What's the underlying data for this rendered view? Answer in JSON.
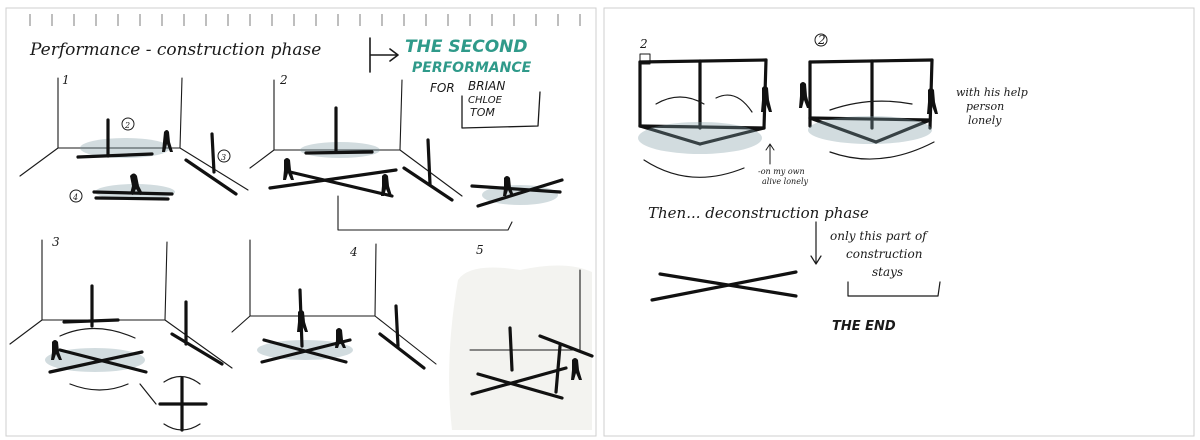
{
  "left_page": {
    "title": "Performance - construction phase",
    "second_performance": {
      "line1": "THE SECOND",
      "line2": "PERFORMANCE"
    },
    "for_block": {
      "for": "FOR",
      "name1": "BRIAN",
      "name2": "CHLOE",
      "name3": "TOM"
    },
    "panels": [
      {
        "label": "1",
        "markers": [
          "2",
          "3",
          "4"
        ]
      },
      {
        "label": "2"
      },
      {
        "label": "3"
      },
      {
        "label": "4"
      },
      {
        "label": "5"
      }
    ]
  },
  "right_page": {
    "panels": [
      {
        "label": "2"
      },
      {
        "label": "2"
      }
    ],
    "note_help": {
      "line1": "with his help",
      "line2": "person",
      "line3": "lonely"
    },
    "note_alive": {
      "line1": "-on my own",
      "line2": "alive lonely"
    },
    "then_line": "Then... deconstruction phase",
    "only_note": {
      "line1": "only this part of",
      "line2": "construction",
      "line3": "stays"
    },
    "the_end": "THE END"
  },
  "colors": {
    "ink": "#1a1a1a",
    "teal": "#2f9a8a",
    "wash": "#7d9aa3",
    "paper": "#ffffff"
  }
}
